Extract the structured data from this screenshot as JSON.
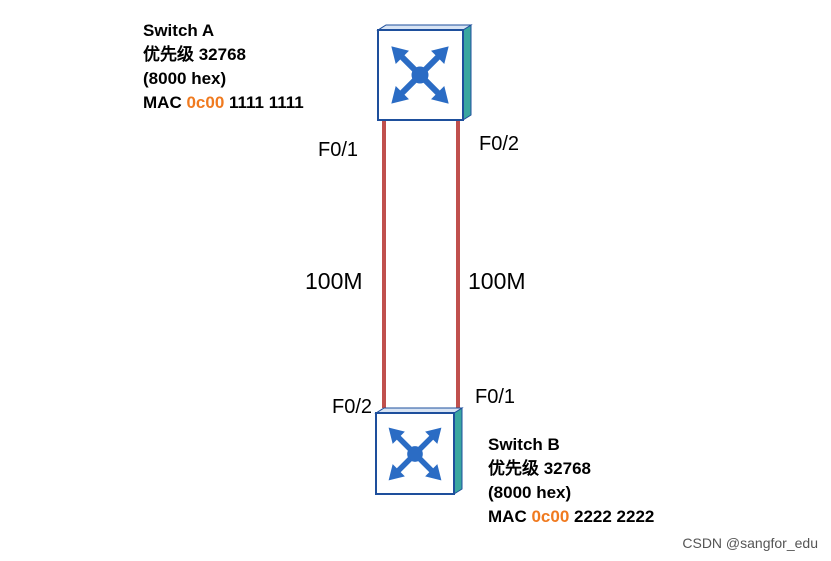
{
  "switch_a": {
    "name": "Switch A",
    "priority": "优先级 32768",
    "hex": "(8000 hex)",
    "mac_prefix": "MAC ",
    "mac_highlight": "0c00",
    "mac_rest": " 1111 1111"
  },
  "switch_b": {
    "name": "Switch B",
    "priority": "优先级 32768",
    "hex": "(8000 hex)",
    "mac_prefix": "MAC ",
    "mac_highlight": "0c00",
    "mac_rest": " 2222 2222"
  },
  "links": {
    "left": {
      "port_a": "F0/1",
      "port_b": "F0/2",
      "speed": "100M"
    },
    "right": {
      "port_a": "F0/2",
      "port_b": "F0/1",
      "speed": "100M"
    }
  },
  "watermark": "CSDN @sangfor_edu",
  "colors": {
    "link": "#c0504d",
    "switch_blue": "#2b6cc4",
    "switch_border": "#1e4f9c",
    "switch_side": "#3aa6a0",
    "mac_highlight": "#f07a1f"
  }
}
